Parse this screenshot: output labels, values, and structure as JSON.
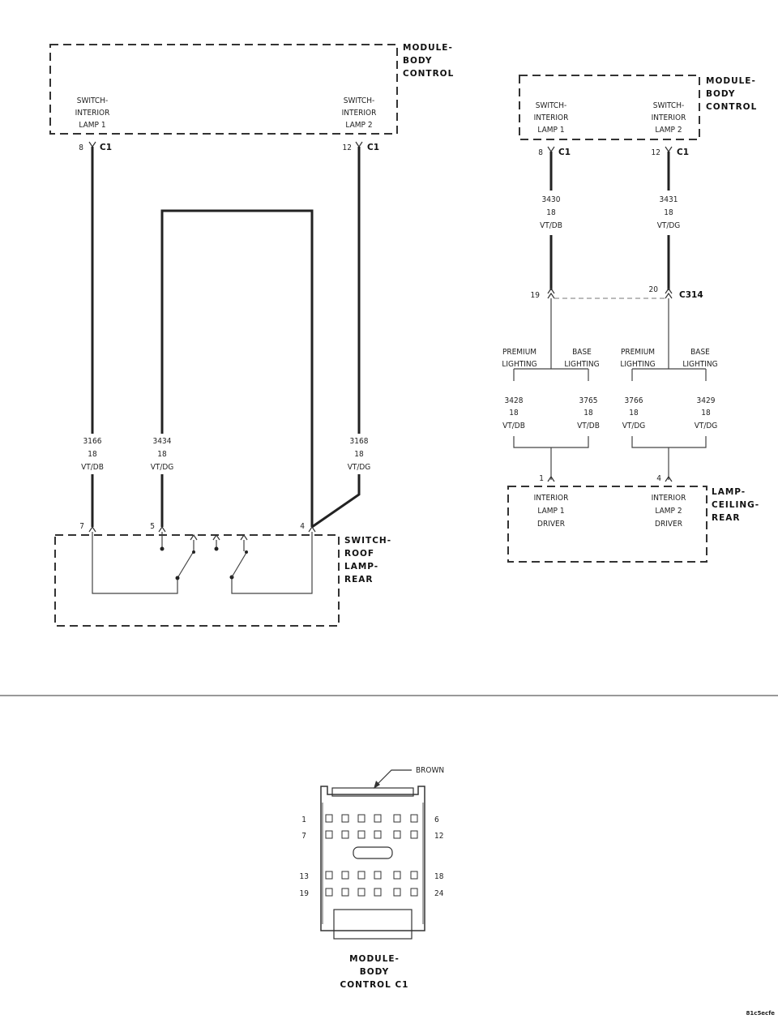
{
  "left_diagram": {
    "bcm_title": [
      "MODULE-",
      "BODY",
      "CONTROL"
    ],
    "bcm_pin1_label": [
      "SWITCH-",
      "INTERIOR",
      "LAMP 1"
    ],
    "bcm_pin2_label": [
      "SWITCH-",
      "INTERIOR",
      "LAMP 2"
    ],
    "bcm_pin1_num": "8",
    "bcm_pin2_num": "12",
    "connector": "C1",
    "wire_a": [
      "3166",
      "18",
      "VT/DB"
    ],
    "wire_b": [
      "3434",
      "18",
      "VT/DG"
    ],
    "wire_c": [
      "3168",
      "18",
      "VT/DG"
    ],
    "switch_pins": [
      "7",
      "5",
      "4"
    ],
    "switch_title": [
      "SWITCH-",
      "ROOF",
      "LAMP-",
      "REAR"
    ]
  },
  "right_diagram": {
    "bcm_title": [
      "MODULE-",
      "BODY",
      "CONTROL"
    ],
    "bcm_pin1_label": [
      "SWITCH-",
      "INTERIOR",
      "LAMP 1"
    ],
    "bcm_pin2_label": [
      "SWITCH-",
      "INTERIOR",
      "LAMP 2"
    ],
    "bcm_pin1_num": "8",
    "bcm_pin2_num": "12",
    "connector": "C1",
    "wire_a": [
      "3430",
      "18",
      "VT/DB"
    ],
    "wire_b": [
      "3431",
      "18",
      "VT/DG"
    ],
    "c314_pin_a": "19",
    "c314_pin_b": "20",
    "c314": "C314",
    "premium": [
      "PREMIUM",
      "LIGHTING"
    ],
    "base": [
      "BASE",
      "LIGHTING"
    ],
    "wire_1": [
      "3428",
      "18",
      "VT/DB"
    ],
    "wire_2": [
      "3765",
      "18",
      "VT/DB"
    ],
    "wire_3": [
      "3766",
      "18",
      "VT/DG"
    ],
    "wire_4": [
      "3429",
      "18",
      "VT/DG"
    ],
    "lamp_pin_a": "1",
    "lamp_pin_b": "4",
    "lamp1_label": [
      "INTERIOR",
      "LAMP 1",
      "DRIVER"
    ],
    "lamp2_label": [
      "INTERIOR",
      "LAMP 2",
      "DRIVER"
    ],
    "lamp_title": [
      "LAMP-",
      "CEILING-",
      "REAR"
    ]
  },
  "connector_view": {
    "color": "BROWN",
    "row_nums_left": [
      "1",
      "7",
      "13",
      "19"
    ],
    "row_nums_right": [
      "6",
      "12",
      "18",
      "24"
    ],
    "title": [
      "MODULE-",
      "BODY",
      "CONTROL C1"
    ],
    "code": "81c5ecfe"
  }
}
